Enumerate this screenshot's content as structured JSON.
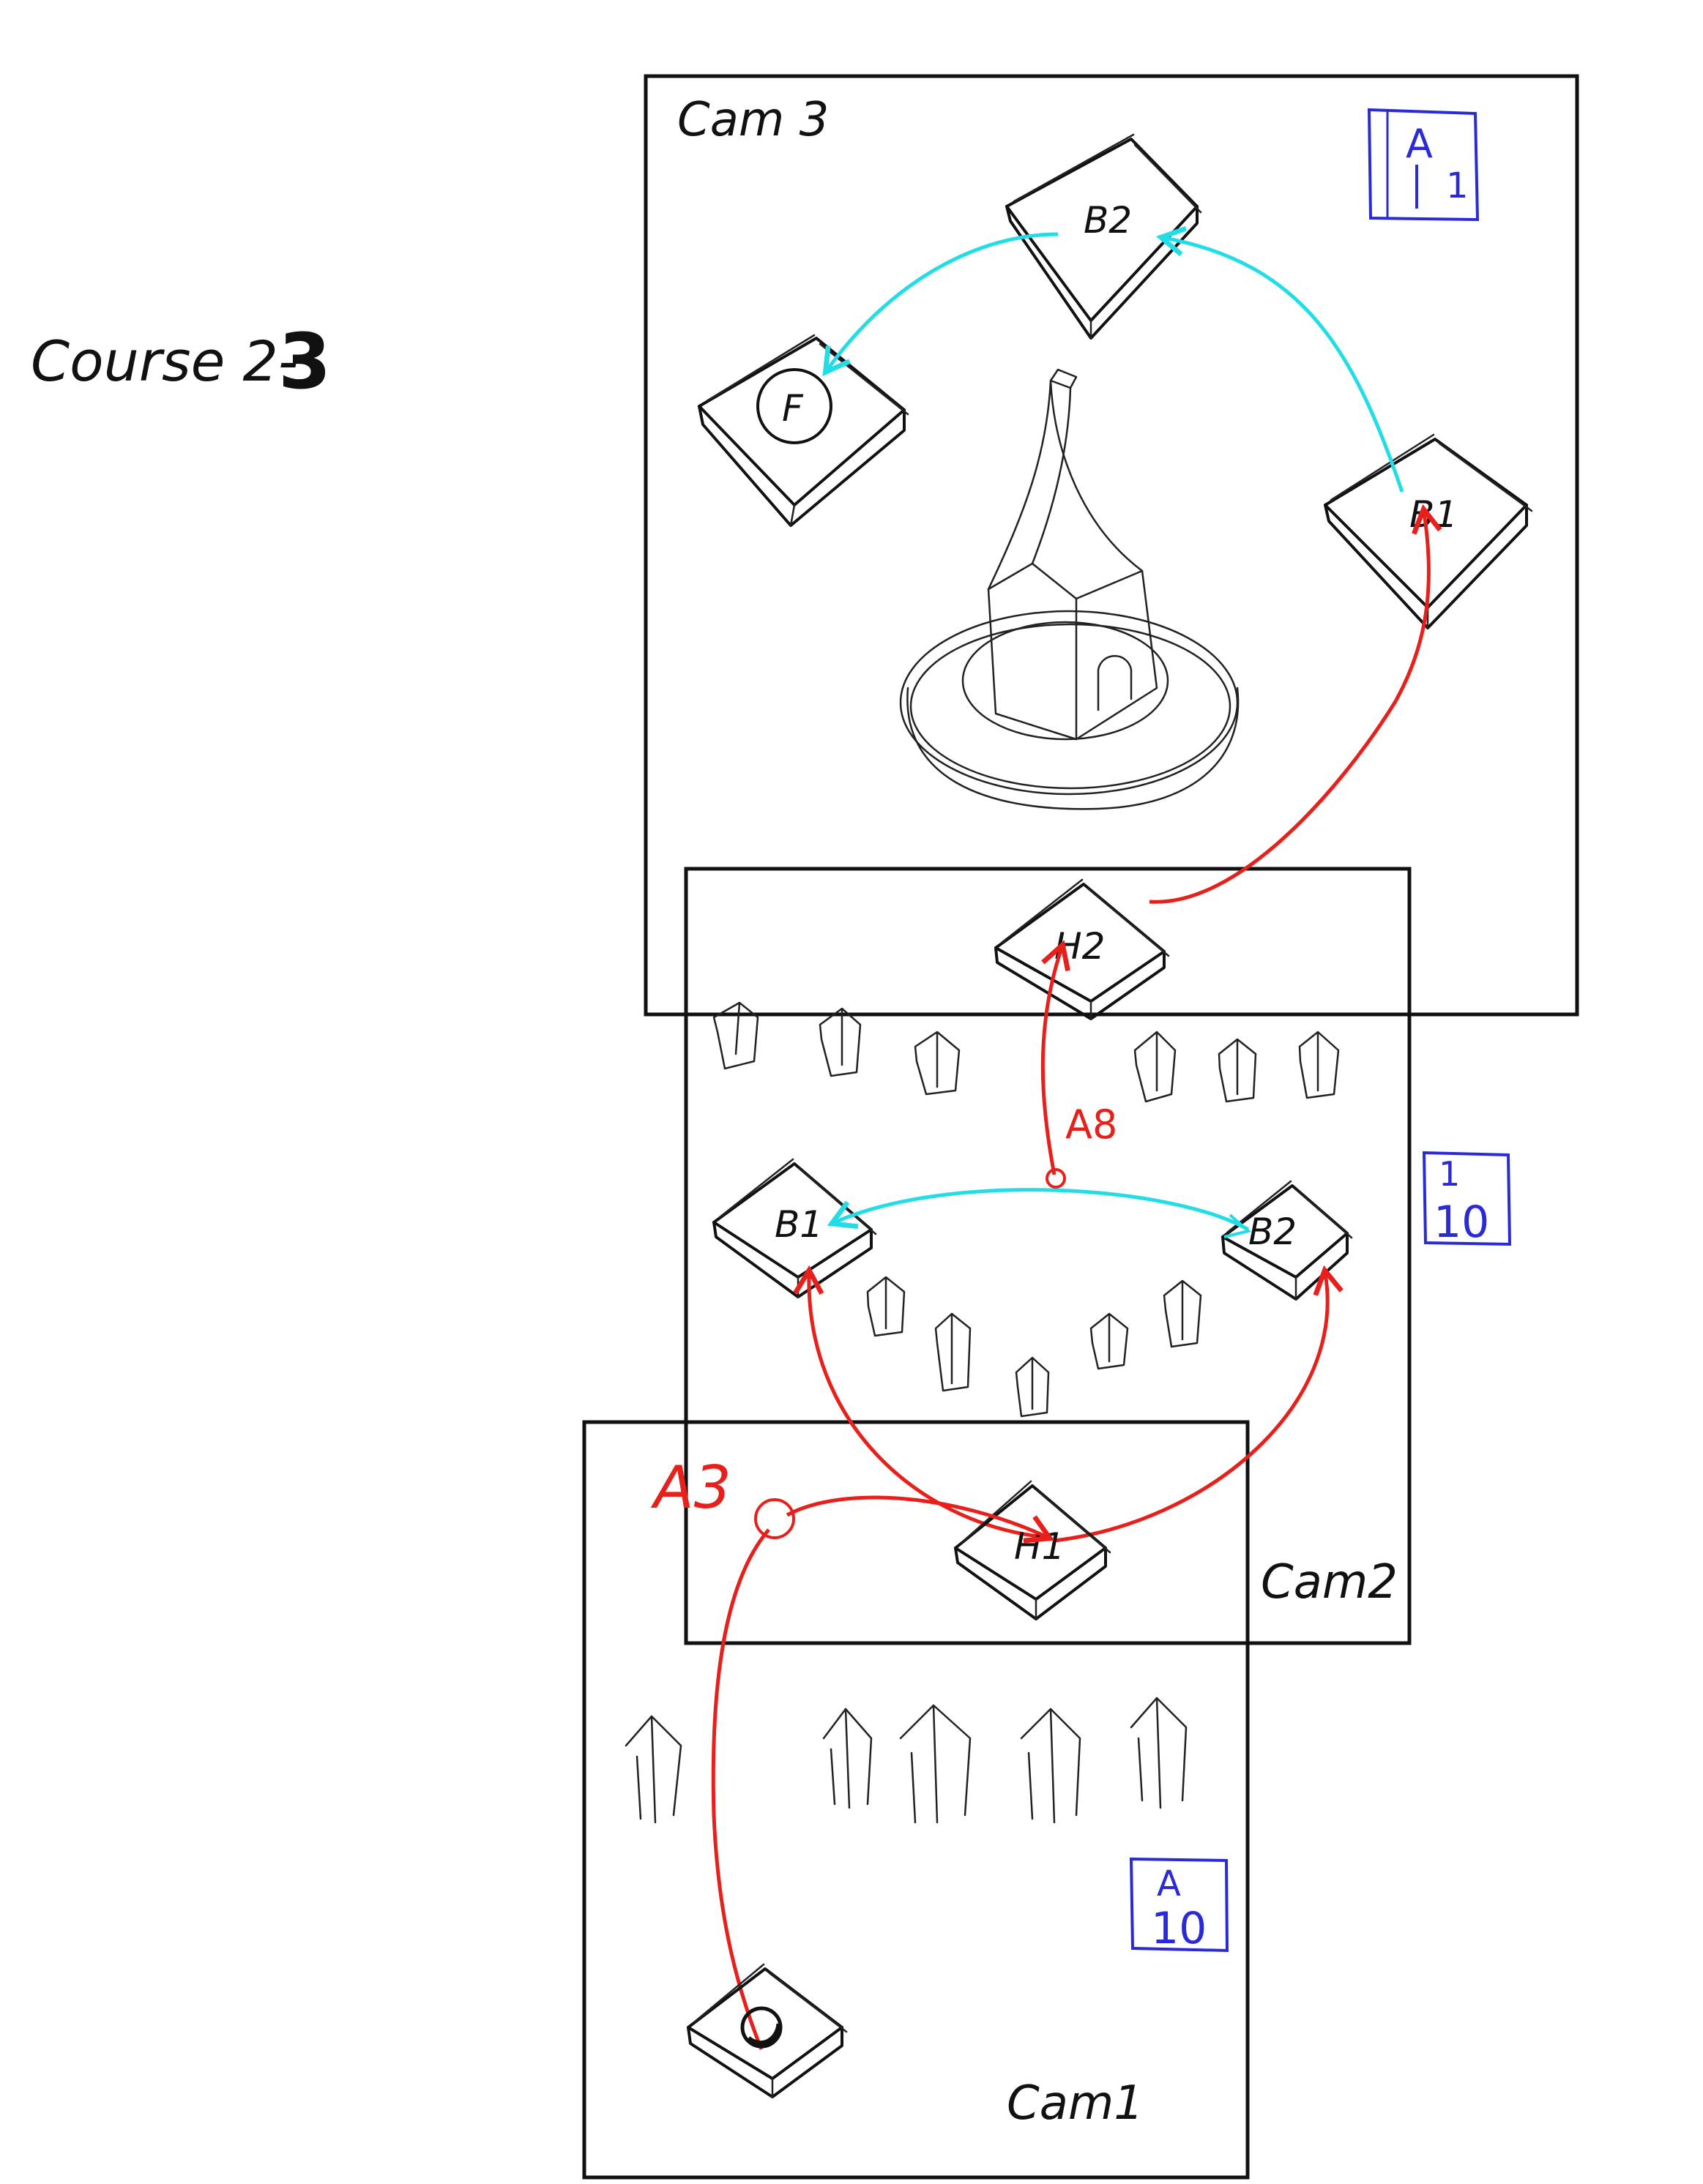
{
  "course": {
    "prefix": "Course 2-",
    "number": "3"
  },
  "cameras": {
    "cam3": "Cam 3",
    "cam2": "Cam2",
    "cam1": "Cam1"
  },
  "tiles": {
    "cam3_b2": "B2",
    "cam3_f": "F",
    "cam3_b1": "B1",
    "h2": "H2",
    "cam2_b1": "B1",
    "cam2_b2": "B2",
    "h1": "H1"
  },
  "annotations": {
    "a8": "A8",
    "a3": "A3"
  },
  "blue_boxes": {
    "cam3": {
      "top": "A",
      "bottom": "1"
    },
    "cam2": {
      "top": "1",
      "bottom": "10"
    },
    "cam1": {
      "top": "A",
      "bottom": "10"
    }
  },
  "colors": {
    "ink": "#111111",
    "red_path": "#e8201b",
    "cyan_path": "#22dde6",
    "blue_box": "#2a2ad6"
  }
}
